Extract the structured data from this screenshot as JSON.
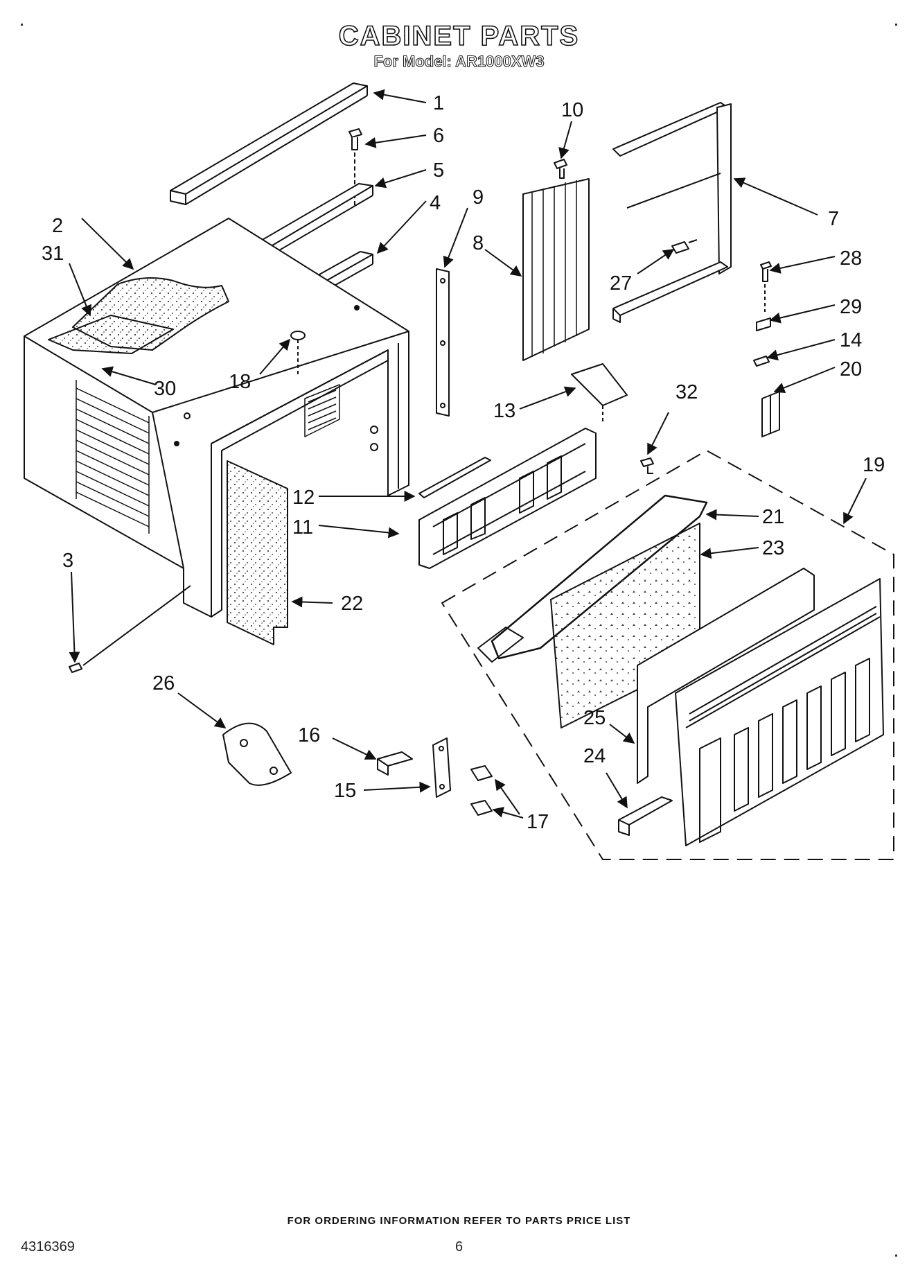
{
  "header": {
    "title": "CABINET PARTS",
    "subtitle": "For Model: AR1000XW3"
  },
  "callouts": [
    "1",
    "2",
    "3",
    "4",
    "5",
    "6",
    "7",
    "8",
    "9",
    "10",
    "11",
    "12",
    "13",
    "14",
    "15",
    "16",
    "17",
    "17_dup",
    "18",
    "19",
    "20",
    "21",
    "22",
    "23",
    "24",
    "25",
    "26",
    "27",
    "28",
    "29",
    "30",
    "31",
    "32"
  ],
  "labels": {
    "p1": "1",
    "p2": "2",
    "p3": "3",
    "p4": "4",
    "p5": "5",
    "p6": "6",
    "p7": "7",
    "p8": "8",
    "p9": "9",
    "p10": "10",
    "p11": "11",
    "p12": "12",
    "p13": "13",
    "p14": "14",
    "p15": "15",
    "p16": "16",
    "p17": "17",
    "p18": "18",
    "p19": "19",
    "p20": "20",
    "p21": "21",
    "p22": "22",
    "p23": "23",
    "p24": "24",
    "p25": "25",
    "p26": "26",
    "p27": "27",
    "p28": "28",
    "p29": "29",
    "p30": "30",
    "p31": "31",
    "p32": "32"
  },
  "footer": {
    "ordering_note": "FOR ORDERING INFORMATION REFER TO PARTS PRICE LIST",
    "document_number": "4316369",
    "page_number": "6"
  },
  "colors": {
    "line": "#111111",
    "background": "#ffffff",
    "insulation_dots": "#444444"
  }
}
